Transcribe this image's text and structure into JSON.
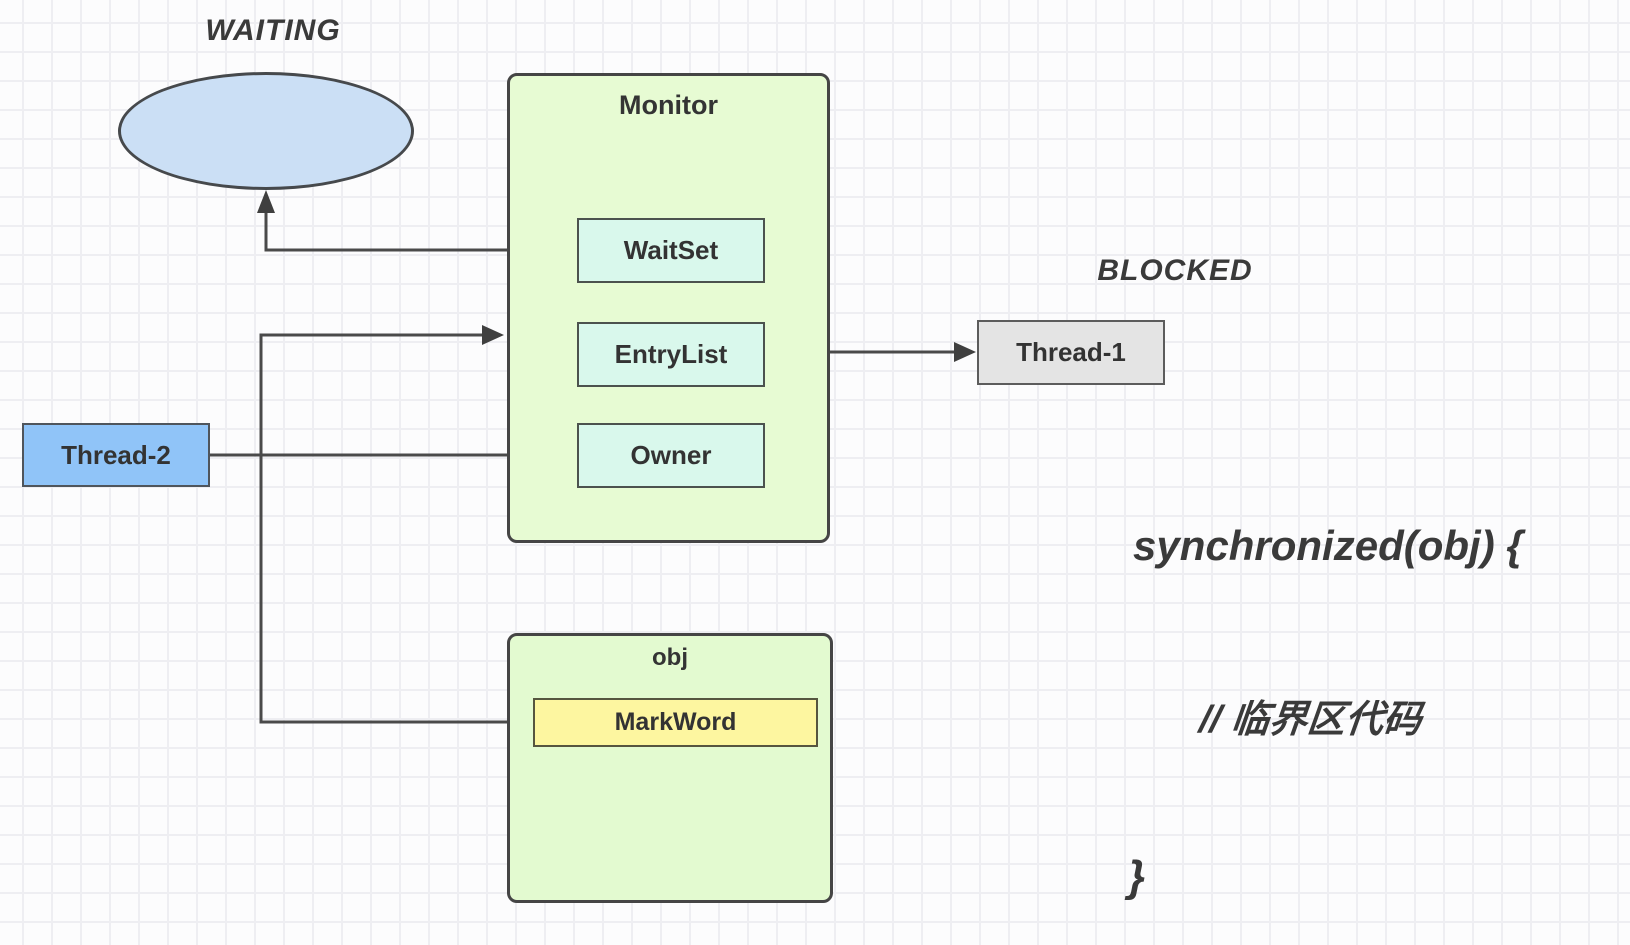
{
  "diagram": {
    "waiting_label": "WAITING",
    "blocked_label": "BLOCKED",
    "monitor": {
      "title": "Monitor",
      "waitset_label": "WaitSet",
      "entrylist_label": "EntryList",
      "owner_label": "Owner"
    },
    "obj": {
      "title": "obj",
      "markword_label": "MarkWord"
    },
    "thread1_label": "Thread-1",
    "thread2_label": "Thread-2",
    "code": {
      "open_line": "synchronized(obj) {",
      "comment_line": "// 临界区代码",
      "close_line": "}"
    },
    "connections": [
      {
        "from": "WaitSet",
        "to": "WAITING-ellipse",
        "arrow": "up"
      },
      {
        "from": "MarkWord",
        "to": "Monitor",
        "arrow": "right"
      },
      {
        "from": "Thread-2",
        "to": "Owner",
        "arrow": "right"
      },
      {
        "from": "EntryList",
        "to": "Thread-1",
        "arrow": "right"
      }
    ],
    "colors": {
      "canvas_bg": "#fcfcfd",
      "grid_line": "#eeeef2",
      "monitor_fill": "#e7fbd3",
      "obj_fill": "#e3fad0",
      "field_fill": "#d9f8ec",
      "markword_fill": "#fdf6a0",
      "thread1_fill": "#e4e4e4",
      "thread2_fill": "#90c4f8",
      "waiting_ellipse_fill": "#cbdff5",
      "connector": "#4a4a4a",
      "text": "#3a3a3a"
    }
  }
}
